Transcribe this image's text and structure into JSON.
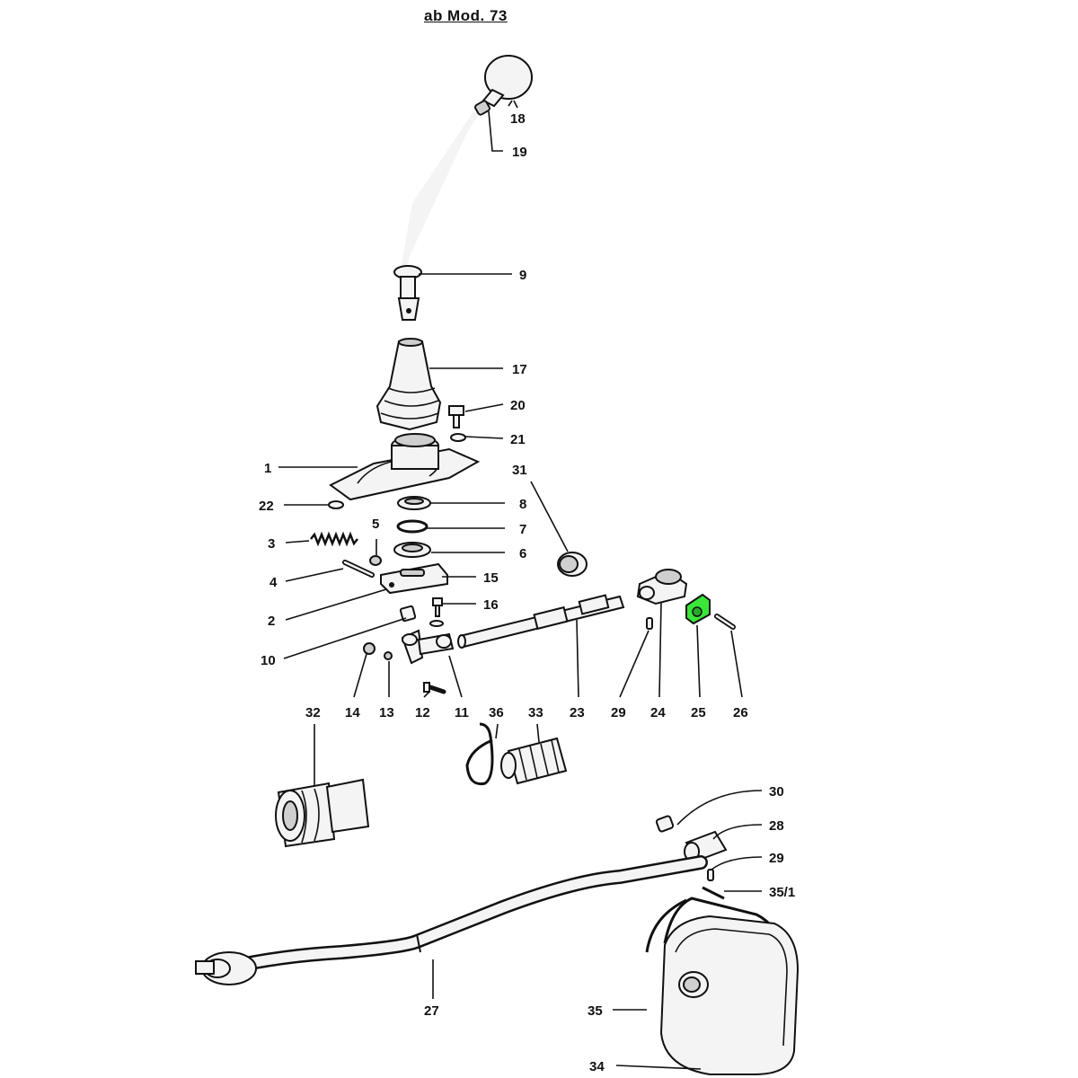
{
  "title": "ab Mod. 73",
  "highlight_color": "#39e639",
  "highlighted_part": "25",
  "labels": {
    "p1": "1",
    "p2": "2",
    "p3": "3",
    "p4": "4",
    "p5": "5",
    "p6": "6",
    "p7": "7",
    "p8": "8",
    "p9": "9",
    "p10": "10",
    "p11": "11",
    "p12": "12",
    "p13": "13",
    "p14": "14",
    "p15": "15",
    "p16": "16",
    "p17": "17",
    "p18": "18",
    "p19": "19",
    "p20": "20",
    "p21": "21",
    "p22": "22",
    "p23": "23",
    "p24": "24",
    "p25": "25",
    "p26": "26",
    "p27": "27",
    "p28": "28",
    "p29a": "29",
    "p29b": "29",
    "p30": "30",
    "p31": "31",
    "p32": "32",
    "p33": "33",
    "p34": "34",
    "p35": "35",
    "p35_1": "35/1",
    "p36": "36"
  }
}
